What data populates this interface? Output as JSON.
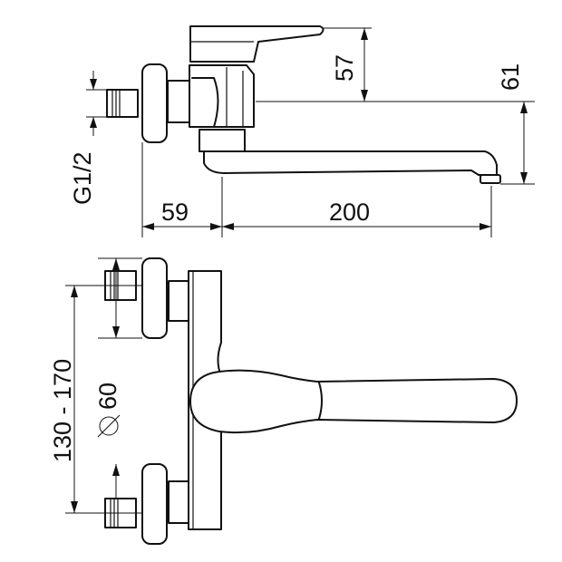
{
  "dimensions": {
    "lever_height": "57",
    "spout_height": "61",
    "thread_size": "G1/2",
    "connector_depth": "59",
    "spout_reach": "200",
    "spacing_range": "130 - 170",
    "rosette_diameter": "60"
  }
}
